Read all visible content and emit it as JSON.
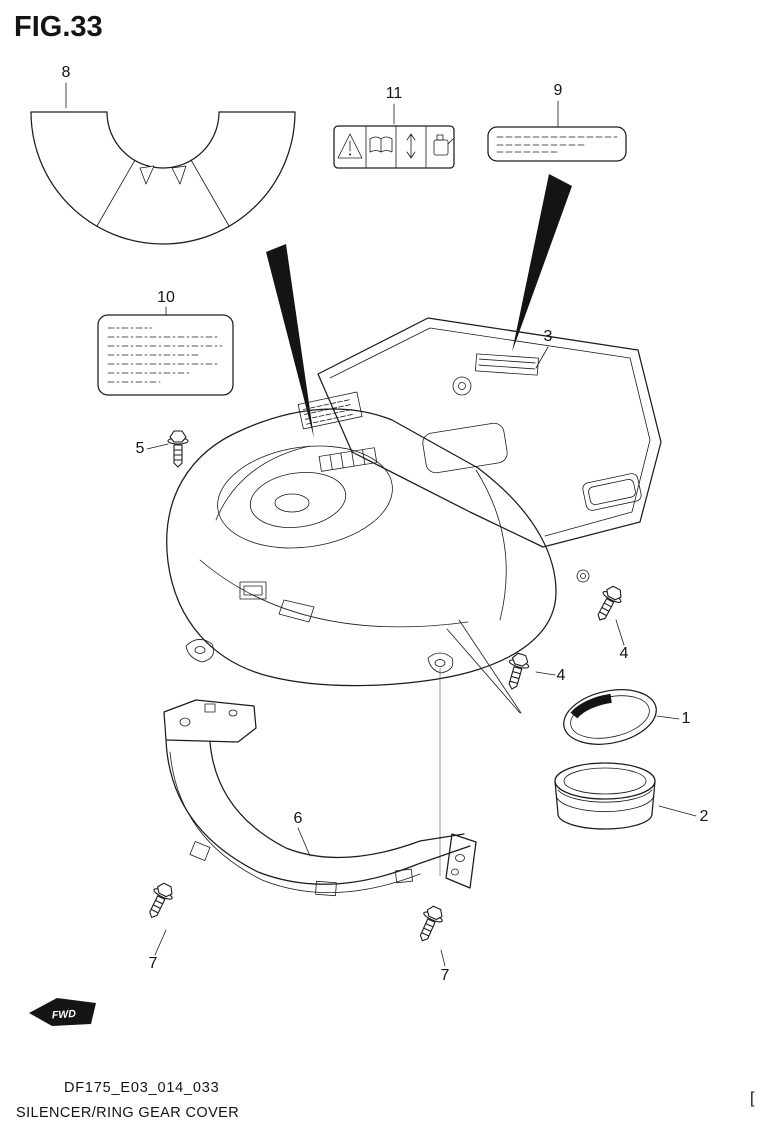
{
  "figure": {
    "title": "FIG.33",
    "doc_code": "DF175_E03_014_033",
    "caption": "SILENCER/RING GEAR COVER",
    "corner_bracket": "[",
    "fwd_label": "FWD"
  },
  "callouts": {
    "p1": "1",
    "p2": "2",
    "p3": "3",
    "p4": "4",
    "p5": "5",
    "p6": "6",
    "p7": "7",
    "p8": "8",
    "p9": "9",
    "p10": "10",
    "p11": "11"
  },
  "label_plate_11": {
    "icons": [
      "warning-triangle-icon",
      "owners-manual-icon",
      "up-down-arrow-icon",
      "oil-container-icon"
    ]
  },
  "colors": {
    "line": "#1c1c1c",
    "background": "#ffffff",
    "pointer_fill": "#141414"
  }
}
